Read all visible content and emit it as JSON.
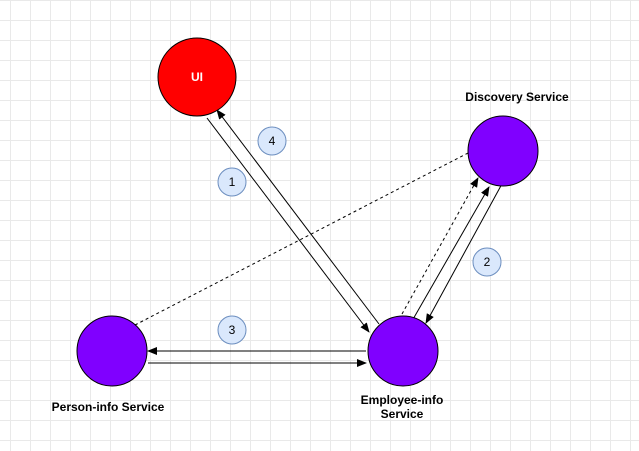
{
  "nodes": {
    "ui": {
      "label": "UI",
      "color": "#ff0000"
    },
    "discovery": {
      "label": "Discovery Service",
      "color": "#8000ff"
    },
    "person": {
      "label": "Person-info Service",
      "color": "#8000ff"
    },
    "employee": {
      "label_line1": "Employee-info",
      "label_line2": "Service",
      "color": "#8000ff"
    }
  },
  "steps": {
    "s1": "1",
    "s2": "2",
    "s3": "3",
    "s4": "4",
    "badge_color": "#dae8fc",
    "badge_border": "#6c8ebf"
  },
  "connections": [
    {
      "from": "Employee-info Service",
      "to": "UI",
      "style": "solid-arrow"
    },
    {
      "from": "UI",
      "to": "Employee-info Service",
      "style": "solid-arrow"
    },
    {
      "from": "Employee-info Service",
      "to": "Discovery Service",
      "style": "solid-arrow"
    },
    {
      "from": "Discovery Service",
      "to": "Employee-info Service",
      "style": "solid-arrow"
    },
    {
      "from": "Employee-info Service",
      "to": "Person-info Service",
      "style": "solid-arrow"
    },
    {
      "from": "Person-info Service",
      "to": "Employee-info Service",
      "style": "solid-arrow"
    },
    {
      "from": "Person-info Service",
      "to": "Discovery Service",
      "style": "dashed"
    },
    {
      "from": "Employee-info Service",
      "to": "Discovery Service",
      "style": "dashed-arrow"
    }
  ]
}
